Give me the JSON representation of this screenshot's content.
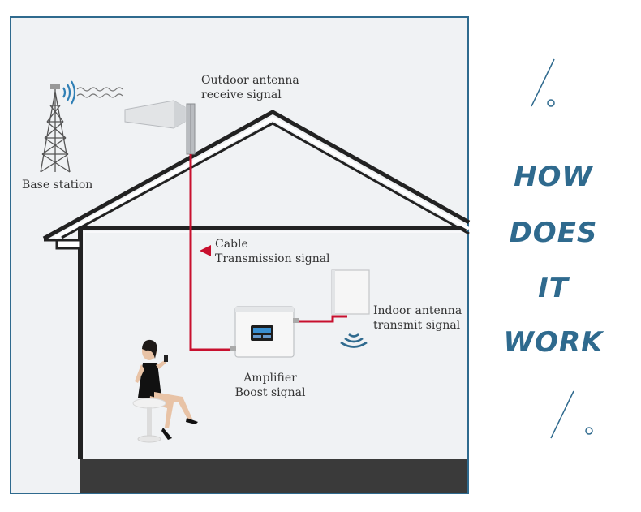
{
  "labels": {
    "base_station": "Base station",
    "outdoor_antenna": [
      "Outdoor antenna",
      "receive signal"
    ],
    "cable": [
      "Cable",
      "Transmission signal"
    ],
    "indoor_antenna": [
      "Indoor antenna",
      "transmit signal"
    ],
    "amplifier": [
      "Amplifier",
      "Boost signal"
    ]
  },
  "headline": [
    "HOW",
    "DOES",
    "IT",
    "WORK"
  ],
  "colors": {
    "accent": "#2f6a8e",
    "cable": "#c8102e",
    "panel_bg": "#f0f2f4",
    "floor": "#3a3a3a"
  }
}
